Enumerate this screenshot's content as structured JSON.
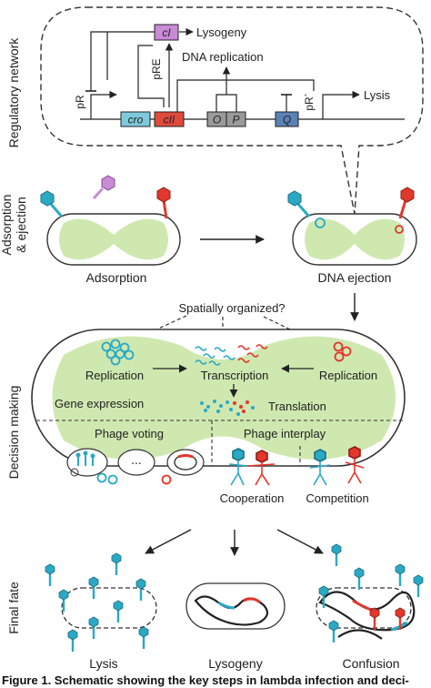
{
  "side_labels": {
    "regulatory": "Regulatory network",
    "adsorption_1": "Adsorption",
    "adsorption_2": "& ejection",
    "decision": "Decision making",
    "final": "Final fate"
  },
  "regulatory": {
    "promoters": {
      "pR": "pR",
      "pRE": "pRE",
      "pR2": "pR`"
    },
    "genes": {
      "cI": "cI",
      "cro": "cro",
      "cII": "cII",
      "O": "O",
      "P": "P",
      "Q": "Q"
    },
    "outcomes": {
      "lysogeny": "Lysogeny",
      "dna_replication": "DNA replication",
      "lysis": "Lysis"
    }
  },
  "adsorption": {
    "left_label": "Adsorption",
    "right_label": "DNA ejection"
  },
  "decision": {
    "question": "Spatially organized?",
    "replication_left": "Replication",
    "transcription": "Transcription",
    "replication_right": "Replication",
    "gene_expression": "Gene expression",
    "translation": "Translation",
    "phage_voting": "Phage voting",
    "phage_interplay": "Phage interplay",
    "ellipsis": "...",
    "cooperation": "Cooperation",
    "competition": "Competition"
  },
  "fates": {
    "lysis": "Lysis",
    "lysogeny": "Lysogeny",
    "confusion": "Confusion"
  },
  "caption": "Figure 1. Schematic showing the key steps in lambda infection and deci-",
  "colors": {
    "cell_green": "#cfe8b0",
    "phage_cyan": "#2aa9c4",
    "phage_red": "#e2372c",
    "cI_purple": "#c98ad6",
    "cro_cyan": "#7ec9dd",
    "cII_red": "#e04a3a",
    "op_gray": "#9a9a9a",
    "q_blue": "#5b82b8"
  }
}
